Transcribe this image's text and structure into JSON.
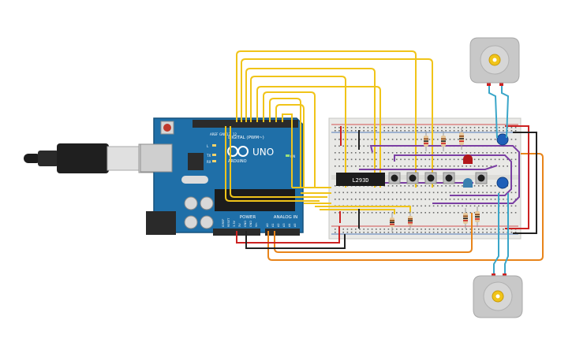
{
  "arduino": {
    "digital_label": "DIGITAL (PWM~)",
    "uno_label": "UNO",
    "brand_label": "ARDUINO",
    "power_label": "POWER",
    "analog_label": "ANALOG IN",
    "tx_label": "TX",
    "rx_label": "RX",
    "l_label": "L",
    "on_label": "ON",
    "aref_label": "AREF",
    "gnd_label": "GND",
    "pin13_label": "13",
    "pin12_label": "12",
    "power_pins": [
      "IOREF",
      "RESET",
      "3.3V",
      "5V",
      "GND",
      "GND",
      "Vin"
    ],
    "analog_pins": [
      "A0",
      "A1",
      "A2",
      "A3",
      "A4",
      "A5"
    ]
  },
  "chip": {
    "label": "L293D"
  },
  "colors": {
    "board_blue": "#1f6fa8",
    "breadboard": "#e9e9e6",
    "wire_yellow": "#f0c419",
    "wire_purple": "#7b3fa3",
    "wire_orange": "#e8841a",
    "wire_red": "#cc2222",
    "wire_black": "#222222",
    "wire_cyan": "#3aa6c9",
    "led_red": "#b3171a",
    "led_blue": "#1f5fb8",
    "motor_body": "#c8c8c8",
    "motor_hub": "#f0c419"
  },
  "icons": {
    "usb_cable": "usb-cable-icon",
    "motor_top": "dc-motor-icon",
    "motor_bottom": "dc-motor-icon",
    "reset_button": "reset-button-icon"
  }
}
